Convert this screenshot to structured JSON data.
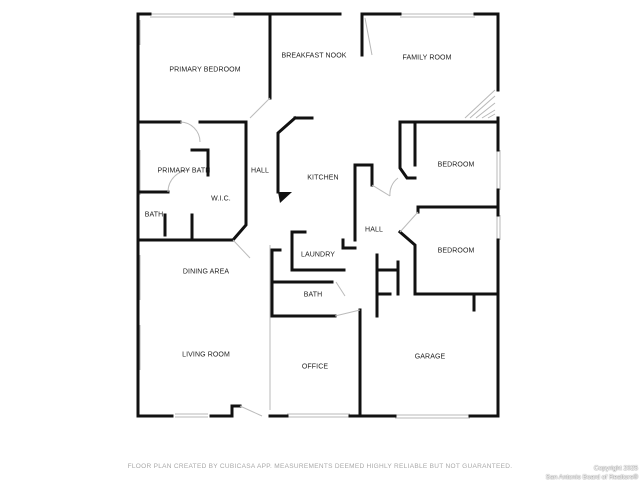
{
  "rooms": {
    "primary_bedroom": "PRIMARY BEDROOM",
    "breakfast_nook": "BREAKFAST NOOK",
    "family_room": "FAMILY ROOM",
    "primary_bath": "PRIMARY BATH",
    "hall_1": "HALL",
    "kitchen": "KITCHEN",
    "bedroom_1": "BEDROOM",
    "wic": "W.I.C.",
    "bath_1": "BATH",
    "hall_2": "HALL",
    "laundry": "LAUNDRY",
    "bedroom_2": "BEDROOM",
    "dining_area": "DINING AREA",
    "bath_2": "BATH",
    "living_room": "LIVING ROOM",
    "office": "OFFICE",
    "garage": "GARAGE"
  },
  "footer": {
    "disclaimer": "FLOOR PLAN CREATED BY CUBICASA APP. MEASUREMENTS DEEMED HIGHLY RELIABLE BUT NOT GUARANTEED."
  },
  "watermark": {
    "line1": "Copyright 2025",
    "line2": "San Antonio Board of Realtors®"
  },
  "colors": {
    "wall": "#111111",
    "window": "#b8b8b8",
    "text": "#222222",
    "footer_text": "#a8a8a8"
  }
}
